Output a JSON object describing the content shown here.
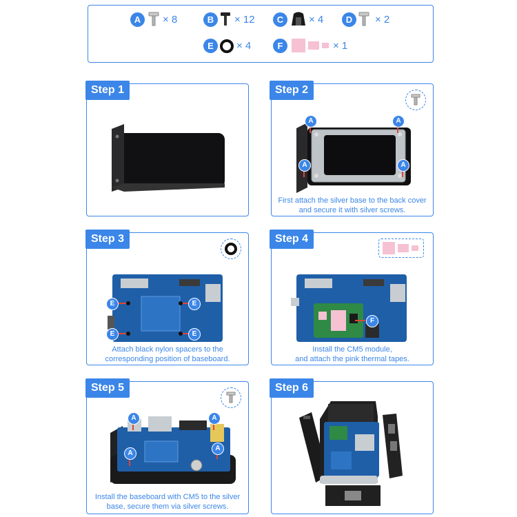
{
  "parts": [
    {
      "letter": "A",
      "qty": "× 8"
    },
    {
      "letter": "B",
      "qty": "× 12"
    },
    {
      "letter": "C",
      "qty": "× 4"
    },
    {
      "letter": "D",
      "qty": "× 2"
    },
    {
      "letter": "E",
      "qty": "× 4"
    },
    {
      "letter": "F",
      "qty": "× 1"
    }
  ],
  "steps": [
    {
      "label": "Step 1",
      "caption_line1": "",
      "caption_line2": ""
    },
    {
      "label": "Step 2",
      "caption_line1": "First attach the silver base to the back cover",
      "caption_line2": "and secure it with silver screws."
    },
    {
      "label": "Step 3",
      "caption_line1": "Attach black nylon spacers to the",
      "caption_line2": "corresponding position of baseboard."
    },
    {
      "label": "Step 4",
      "caption_line1": "Install the CM5 module,",
      "caption_line2": "and attach the pink thermal tapes."
    },
    {
      "label": "Step 5",
      "caption_line1": "Install the baseboard with CM5 to the silver",
      "caption_line2": "base, secure them via silver screws."
    },
    {
      "label": "Step 6",
      "caption_line1": "",
      "caption_line2": ""
    }
  ],
  "markers": {
    "a": "A",
    "e": "E",
    "f": "F"
  },
  "colors": {
    "accent": "#3b86e8",
    "pink": "#f6c1d3",
    "board": "#1f5fa8",
    "case": "#1c1c1e"
  }
}
